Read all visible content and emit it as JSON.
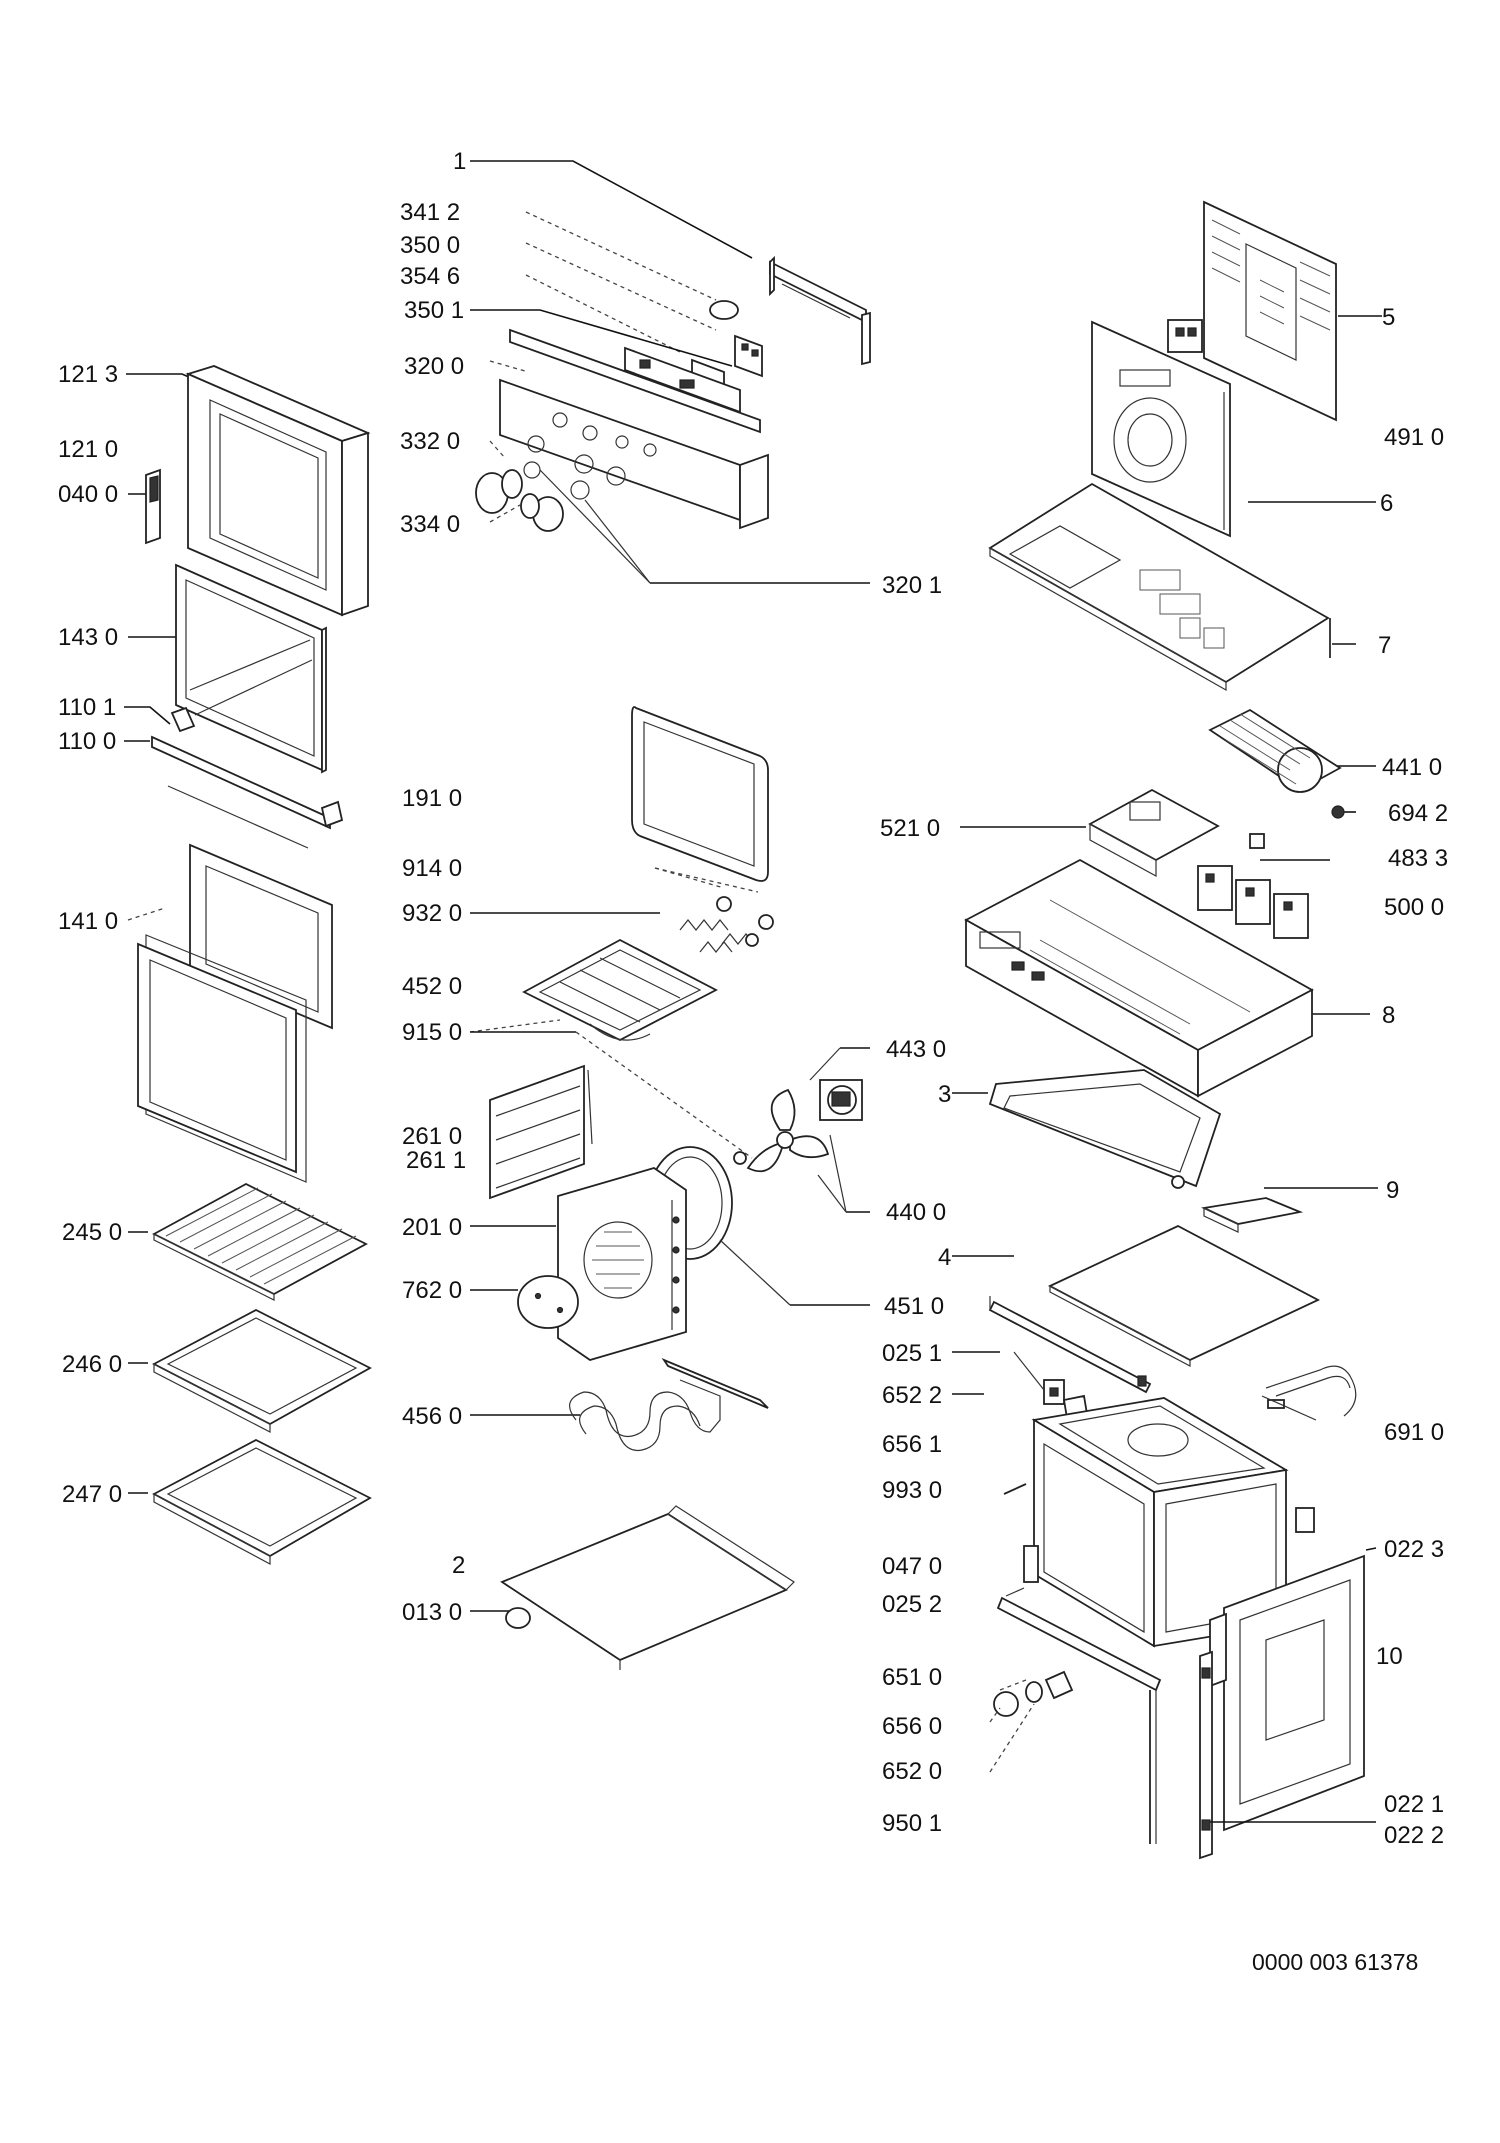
{
  "labels": {
    "l_1": "1",
    "l_341_2": "341 2",
    "l_350_0": "350 0",
    "l_354_6": "354 6",
    "l_350_1": "350 1",
    "l_320_0": "320 0",
    "l_332_0": "332 0",
    "l_334_0": "334 0",
    "l_320_1": "320 1",
    "l_121_3": "121 3",
    "l_121_0": "121 0",
    "l_040_0": "040 0",
    "l_143_0": "143 0",
    "l_110_1": "110 1",
    "l_110_0": "110 0",
    "l_141_0": "141 0",
    "l_245_0": "245 0",
    "l_246_0": "246 0",
    "l_247_0": "247 0",
    "l_191_0": "191 0",
    "l_914_0": "914 0",
    "l_932_0": "932 0",
    "l_452_0": "452 0",
    "l_915_0": "915 0",
    "l_261_0": "261 0",
    "l_261_1": "261 1",
    "l_201_0": "201 0",
    "l_762_0": "762 0",
    "l_456_0": "456 0",
    "l_2": "2",
    "l_013_0": "013 0",
    "l_443_0": "443 0",
    "l_440_0": "440 0",
    "l_451_0": "451 0",
    "l_5": "5",
    "l_491_0": "491 0",
    "l_6": "6",
    "l_7": "7",
    "l_441_0": "441 0",
    "l_694_2": "694 2",
    "l_521_0": "521 0",
    "l_483_3": "483 3",
    "l_500_0": "500 0",
    "l_8": "8",
    "l_3": "3",
    "l_9": "9",
    "l_4": "4",
    "l_025_1": "025 1",
    "l_652_2": "652 2",
    "l_656_1": "656 1",
    "l_691_0": "691 0",
    "l_993_0": "993 0",
    "l_047_0": "047 0",
    "l_025_2": "025 2",
    "l_022_3": "022 3",
    "l_651_0": "651 0",
    "l_10": "10",
    "l_656_0": "656 0",
    "l_652_0": "652 0",
    "l_950_1": "950 1",
    "l_022_1": "022 1",
    "l_022_2": "022 2"
  },
  "document_number": "0000 003 61378"
}
